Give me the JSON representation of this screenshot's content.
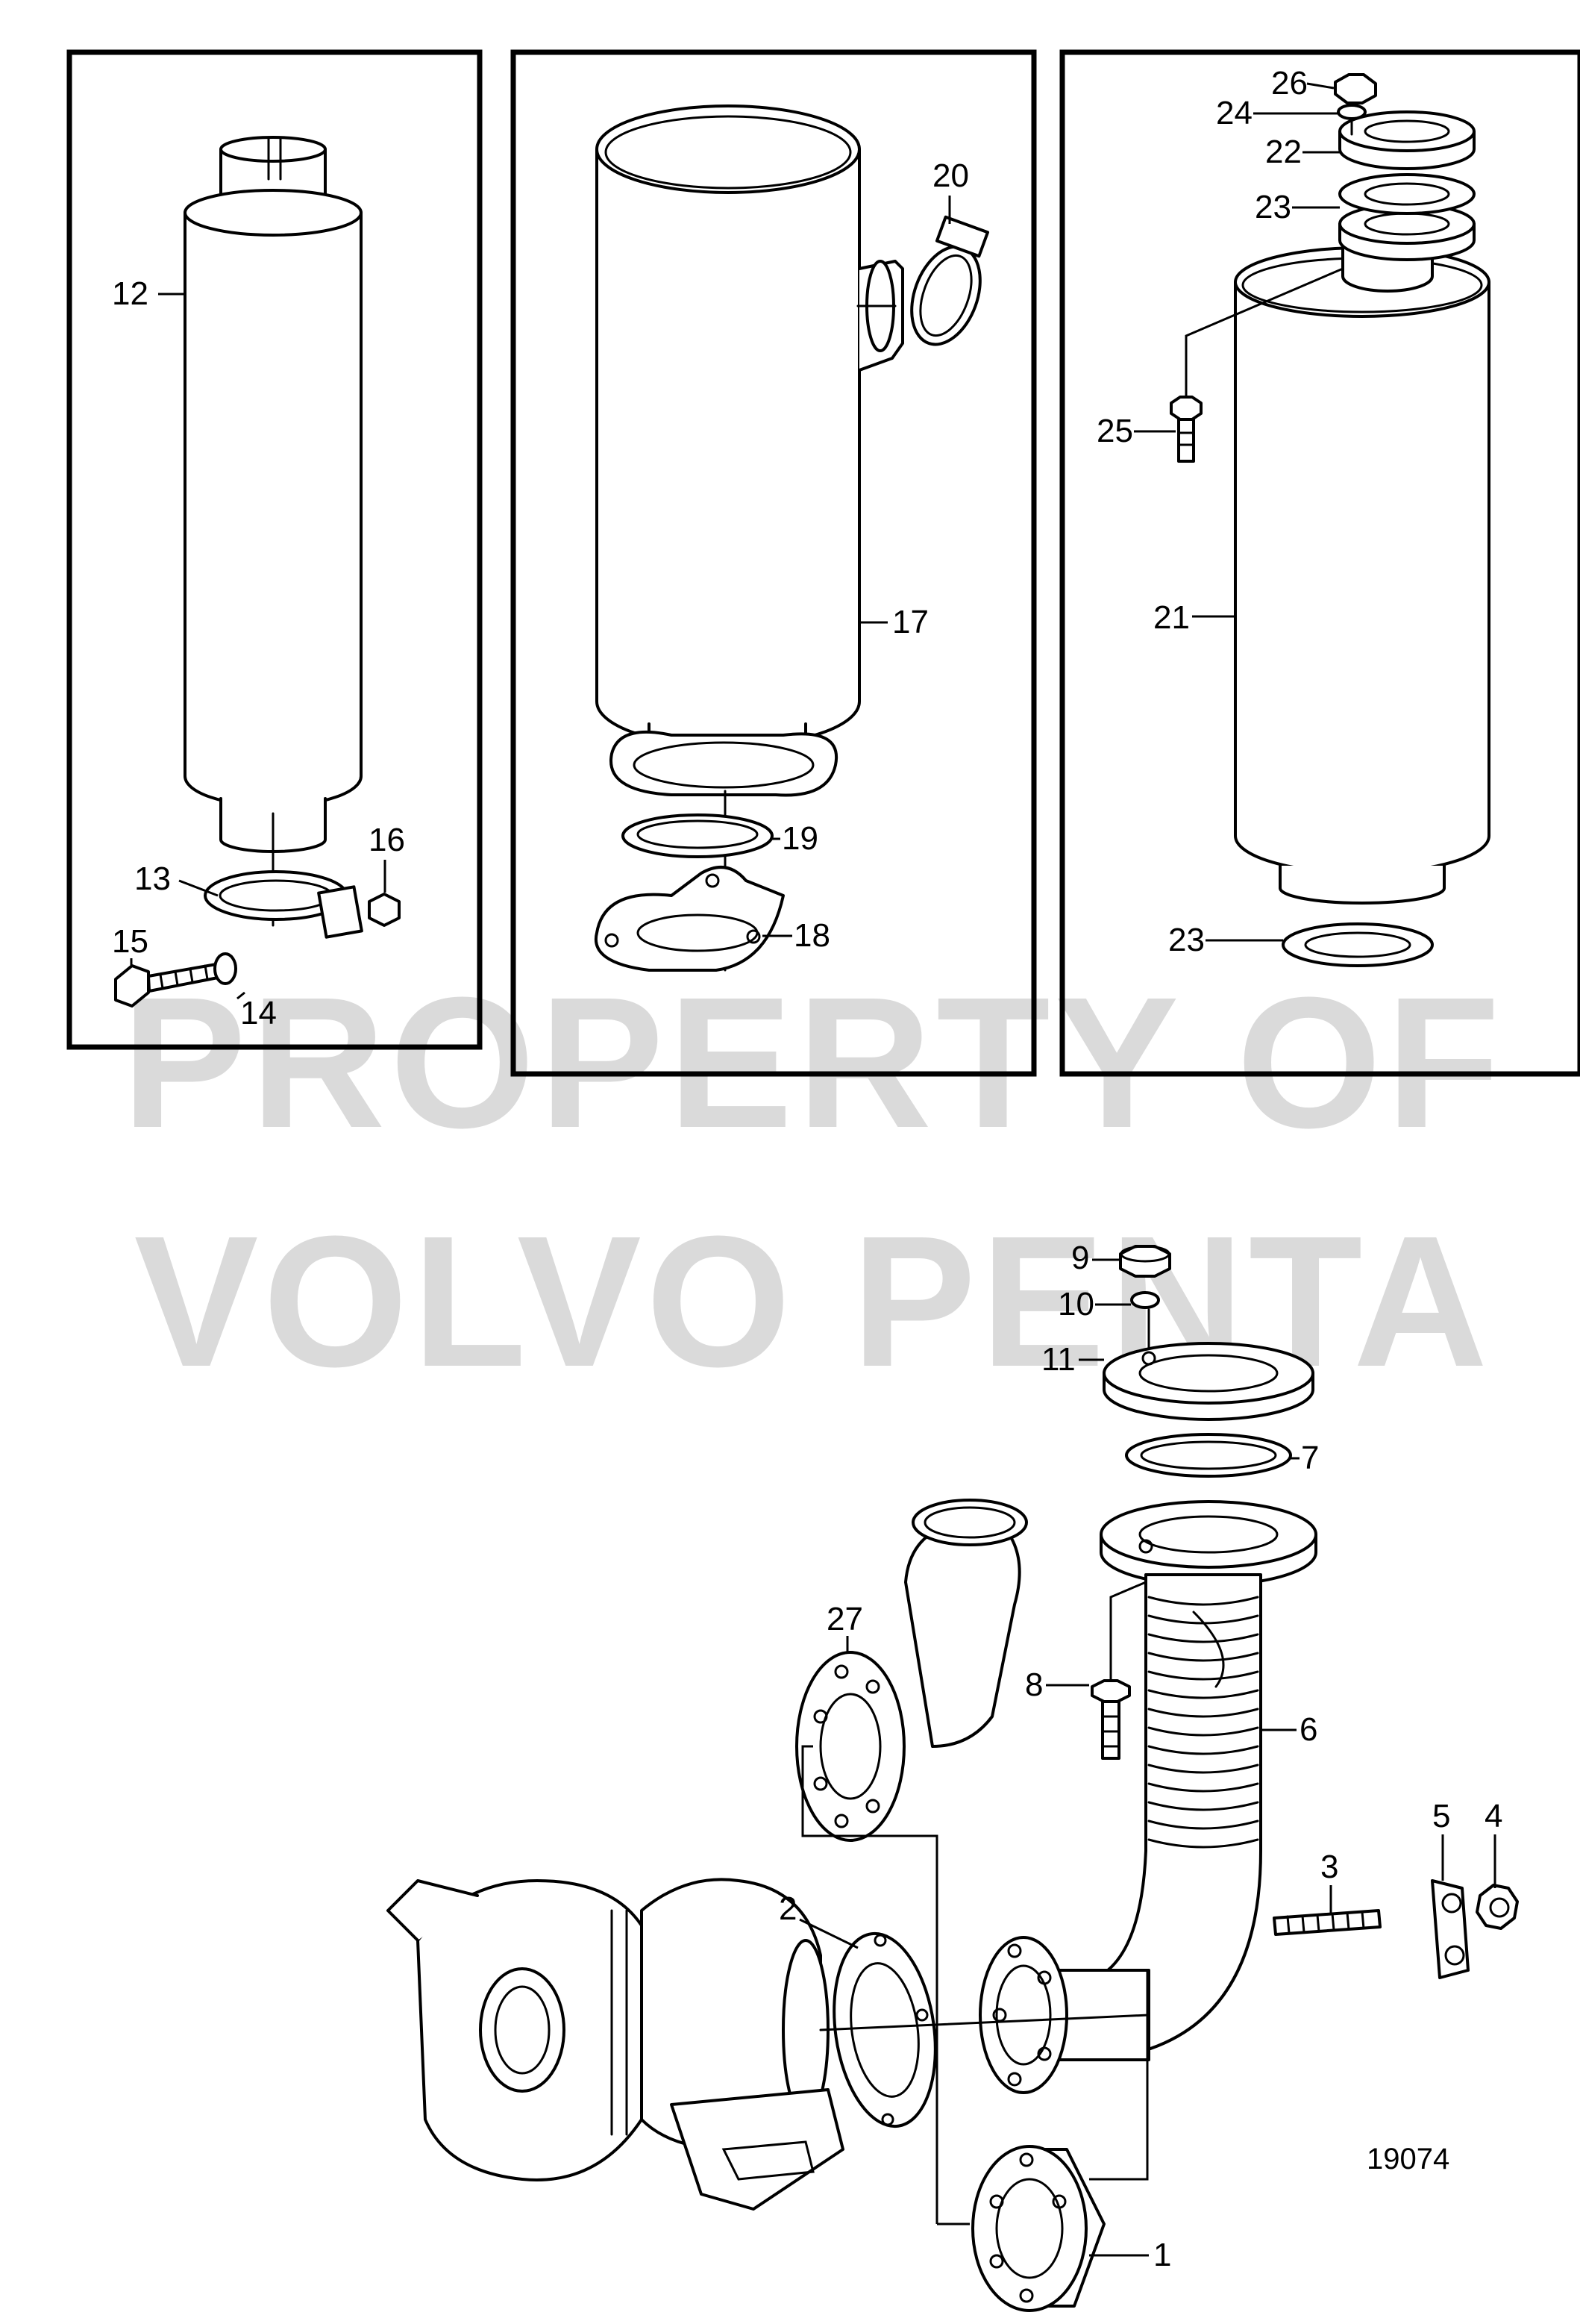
{
  "watermark": {
    "line1": "PROPERTY OF",
    "line2": "VOLVO PENTA"
  },
  "reference_number": "19074",
  "part_labels": {
    "p1": "1",
    "p2": "2",
    "p3": "3",
    "p4": "4",
    "p5": "5",
    "p6": "6",
    "p7": "7",
    "p8": "8",
    "p9": "9",
    "p10": "10",
    "p11": "11",
    "p12": "12",
    "p13": "13",
    "p14": "14",
    "p15": "15",
    "p16": "16",
    "p17": "17",
    "p18": "18",
    "p19": "19",
    "p20": "20",
    "p21": "21",
    "p22": "22",
    "p23a": "23",
    "p23b": "23",
    "p24": "24",
    "p25": "25",
    "p26": "26",
    "p27": "27"
  }
}
